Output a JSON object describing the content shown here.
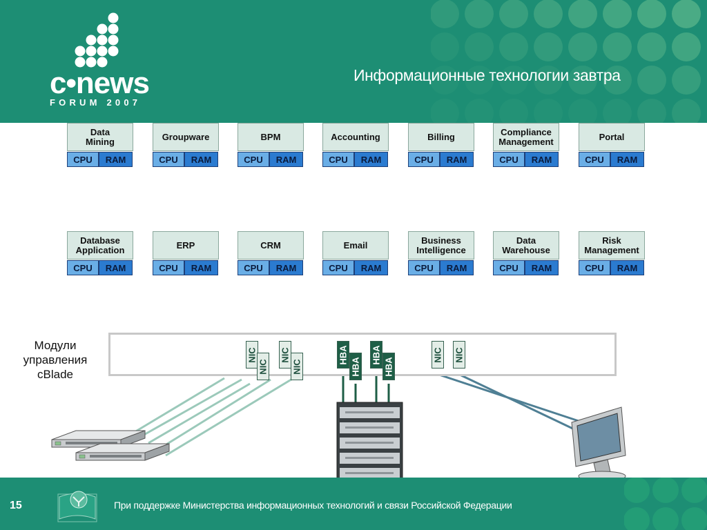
{
  "header": {
    "logo_text": "c•news",
    "logo_sub": "FORUM 2007",
    "title": "Информационные технологии завтра",
    "accent_color": "#1d8e74"
  },
  "modules_row1": [
    {
      "label": "Data\nMining",
      "cpu": "CPU",
      "ram": "RAM"
    },
    {
      "label": "Groupware",
      "cpu": "CPU",
      "ram": "RAM"
    },
    {
      "label": "BPM",
      "cpu": "CPU",
      "ram": "RAM"
    },
    {
      "label": "Accounting",
      "cpu": "CPU",
      "ram": "RAM"
    },
    {
      "label": "Billing",
      "cpu": "CPU",
      "ram": "RAM"
    },
    {
      "label": "Compliance\nManagement",
      "cpu": "CPU",
      "ram": "RAM"
    },
    {
      "label": "Portal",
      "cpu": "CPU",
      "ram": "RAM"
    }
  ],
  "modules_row2": [
    {
      "label": "Database\nApplication",
      "cpu": "CPU",
      "ram": "RAM"
    },
    {
      "label": "ERP",
      "cpu": "CPU",
      "ram": "RAM"
    },
    {
      "label": "CRM",
      "cpu": "CPU",
      "ram": "RAM"
    },
    {
      "label": "Email",
      "cpu": "CPU",
      "ram": "RAM"
    },
    {
      "label": "Business\nIntelligence",
      "cpu": "CPU",
      "ram": "RAM"
    },
    {
      "label": "Data\nWarehouse",
      "cpu": "CPU",
      "ram": "RAM"
    },
    {
      "label": "Risk\nManagement",
      "cpu": "CPU",
      "ram": "RAM"
    }
  ],
  "blade": {
    "label": "Модули управления cBlade",
    "ports": [
      "NIC",
      "NIC",
      "NIC",
      "NIC",
      "HBA",
      "HBA",
      "HBA",
      "HBA",
      "NIC",
      "NIC"
    ]
  },
  "icons": [
    "network-switch-icon",
    "storage-array-icon",
    "monitor-icon",
    "ministry-emblem-icon"
  ],
  "footer": {
    "page_number": "15",
    "text": "При поддержке Министерства информационных технологий и связи Российской Федерации"
  }
}
